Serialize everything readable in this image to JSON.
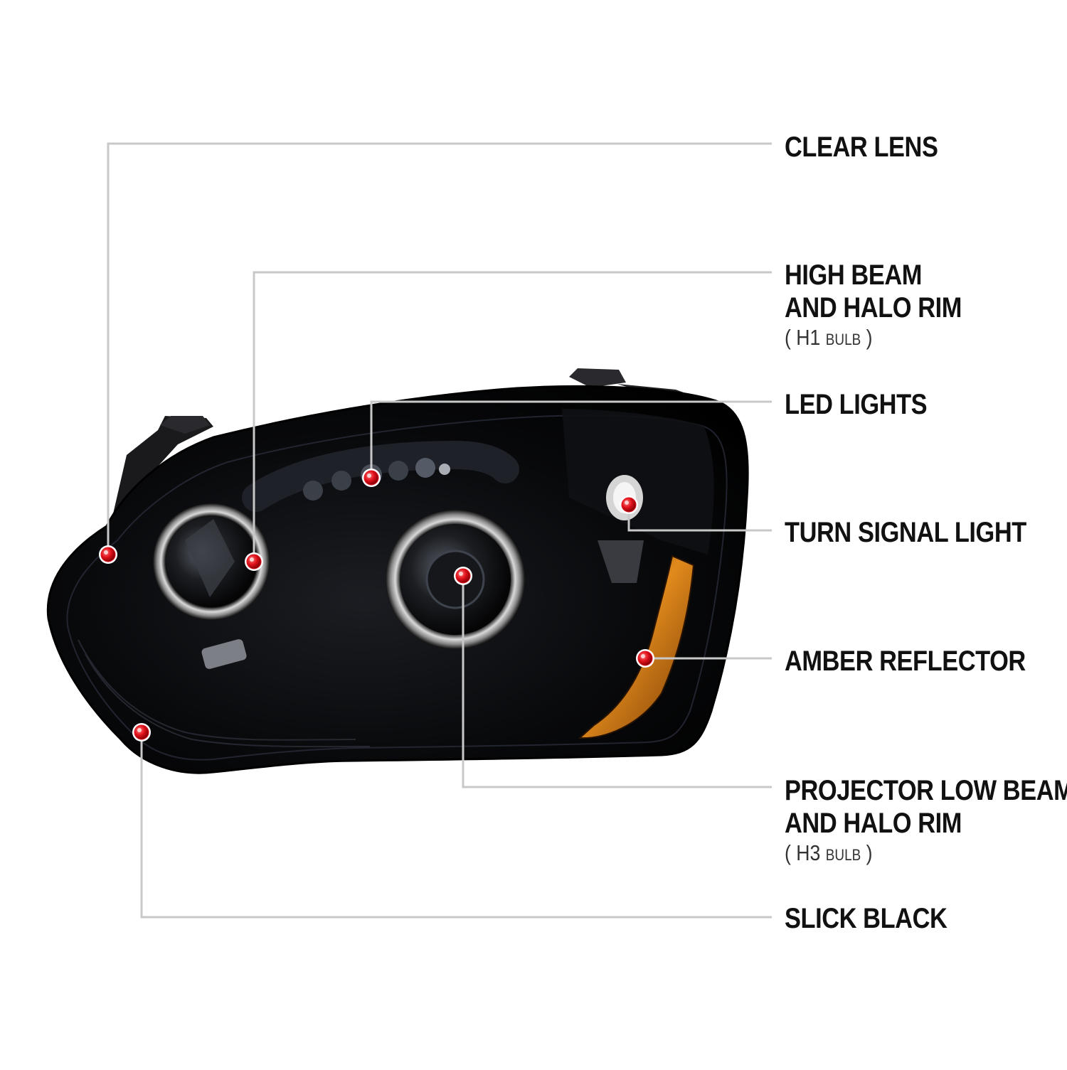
{
  "callouts": [
    {
      "id": "clear-lens",
      "lines": [
        "CLEAR LENS"
      ]
    },
    {
      "id": "high-beam",
      "lines": [
        "HIGH BEAM",
        "AND HALO RIM"
      ],
      "bulb": "H1",
      "bulb_word": "BULB"
    },
    {
      "id": "led-lights",
      "lines": [
        "LED LIGHTS"
      ]
    },
    {
      "id": "turn-signal",
      "lines": [
        "TURN SIGNAL LIGHT"
      ]
    },
    {
      "id": "amber-reflector",
      "lines": [
        "AMBER REFLECTOR"
      ]
    },
    {
      "id": "projector-low-beam",
      "lines": [
        "PROJECTOR LOW BEAM",
        "AND HALO RIM"
      ],
      "bulb": "H3",
      "bulb_word": "BULB"
    },
    {
      "id": "slick-black",
      "lines": [
        "SLICK BLACK"
      ]
    }
  ],
  "colors": {
    "background": "#ffffff",
    "leader_line": "#c8c8c8",
    "marker": "#e0101a",
    "housing": "#0a0a0c",
    "amber": "#c46a0a"
  }
}
